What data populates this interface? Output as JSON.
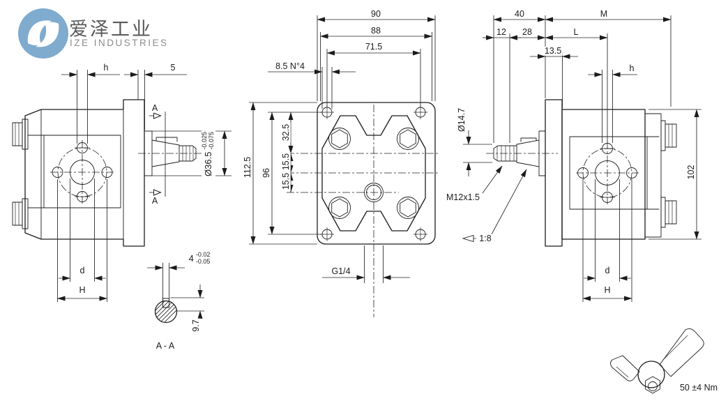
{
  "logo": {
    "cn": "爱泽工业",
    "en": "IZE INDUSTRIES",
    "brand_color": "#7fabce"
  },
  "left_view": {
    "dim_h": "h",
    "dim_5": "5",
    "section_label_top": "A",
    "section_label_bottom": "A",
    "shaft_dia": {
      "nominal": "Ø36.5",
      "tol_upper": "-0.025",
      "tol_lower": "-0.075"
    },
    "dim_d": "d",
    "dim_H": "H"
  },
  "section_aa": {
    "key_width": {
      "nominal": "4",
      "tol_upper": "-0.02",
      "tol_lower": "-0.05"
    },
    "depth": "9.7",
    "title": "A - A"
  },
  "front_view": {
    "dim_90": "90",
    "dim_88": "88",
    "dim_71_5": "71.5",
    "holes_note": "8.5 N°4",
    "dim_112_5": "112.5",
    "dim_96": "96",
    "dim_32_5": "32.5",
    "dim_15_5_a": "15.5",
    "dim_15_5_b": "15.5",
    "port": "G1/4"
  },
  "right_view": {
    "dim_40": "40",
    "dim_M": "M",
    "dim_12": "12",
    "dim_28": "28",
    "dim_L": "L",
    "dim_13_5": "13.5",
    "dim_h": "h",
    "shaft_dia": "Ø14.7",
    "thread": "M12x1.5",
    "taper": "1:8",
    "dim_102": "102",
    "dim_d": "d",
    "dim_H": "H"
  },
  "torque": {
    "label": "50 ±4 Nm"
  }
}
